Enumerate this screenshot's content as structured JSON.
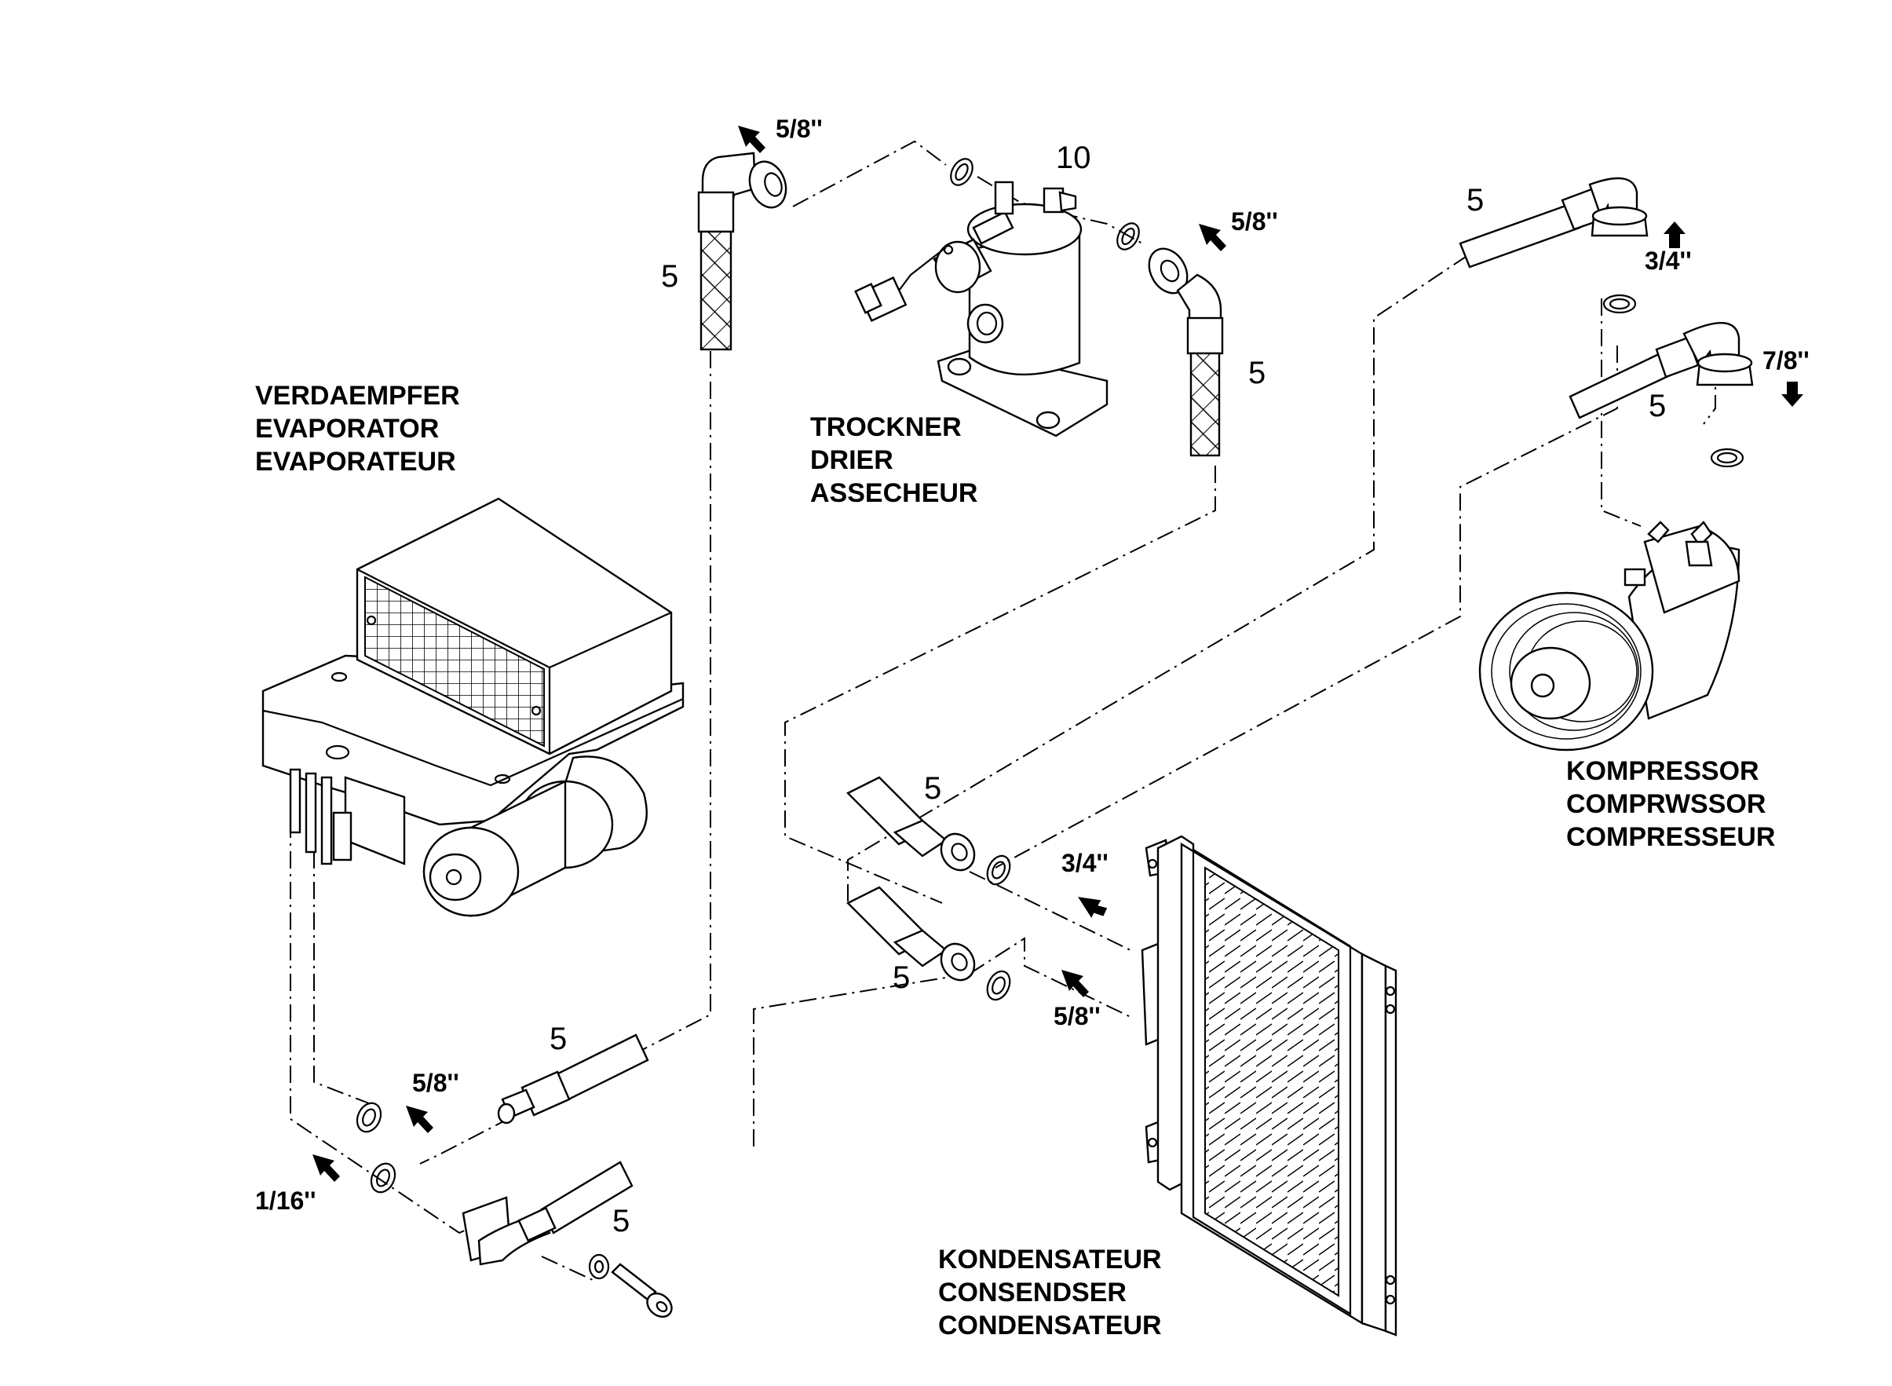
{
  "labels": {
    "evaporator": [
      "VERDAEMPFER",
      "EVAPORATOR",
      "EVAPORATEUR"
    ],
    "drier": [
      "TROCKNER",
      "DRIER",
      "ASSECHEUR"
    ],
    "compressor": [
      "KOMPRESSOR",
      "COMPRWSSOR",
      "COMPRESSEUR"
    ],
    "condenser": [
      "KONDENSATEUR",
      "CONSENDSER",
      "CONDENSATEUR"
    ]
  },
  "part_numbers": {
    "hose": "5",
    "drier": "10"
  },
  "fitting_sizes": {
    "five_eighths": "5/8''",
    "three_quarters": "3/4''",
    "seven_eighths": "7/8''",
    "one_sixteenth": "1/16''"
  }
}
